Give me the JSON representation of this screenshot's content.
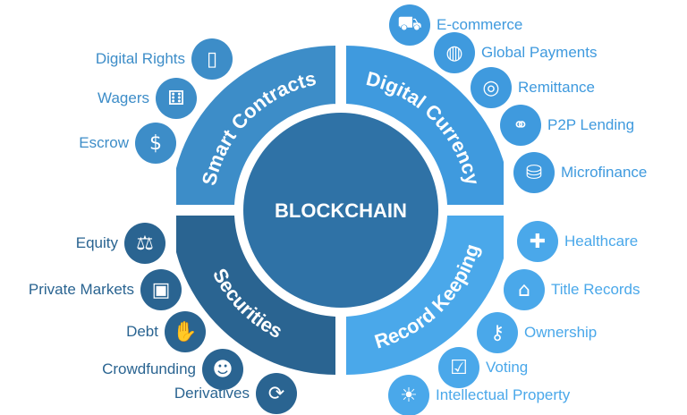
{
  "center": {
    "title": "BLOCKCHAIN"
  },
  "colors": {
    "smart_contracts": "#3d8dc8",
    "digital_currency": "#3f9ade",
    "securities": "#2a6491",
    "record_keeping": "#4aa8ea",
    "center": "#2f72a6"
  },
  "sections": [
    {
      "title": "Smart Contracts",
      "items": [
        {
          "label": "Digital Rights",
          "icon": "touch-tablet-icon"
        },
        {
          "label": "Wagers",
          "icon": "dice-icon"
        },
        {
          "label": "Escrow",
          "icon": "dollar-lock-icon"
        }
      ]
    },
    {
      "title": "Digital Currency",
      "items": [
        {
          "label": "E-commerce",
          "icon": "shopping-cart-icon"
        },
        {
          "label": "Global Payments",
          "icon": "globe-network-icon"
        },
        {
          "label": "Remittance",
          "icon": "globe-money-icon"
        },
        {
          "label": "P2P Lending",
          "icon": "handshake-icon"
        },
        {
          "label": "Microfinance",
          "icon": "coin-stack-icon"
        }
      ]
    },
    {
      "title": "Securities",
      "items": [
        {
          "label": "Equity",
          "icon": "scales-icon"
        },
        {
          "label": "Private Markets",
          "icon": "padlock-icon"
        },
        {
          "label": "Debt",
          "icon": "money-hand-icon"
        },
        {
          "label": "Crowdfunding",
          "icon": "people-group-icon"
        },
        {
          "label": "Derivatives",
          "icon": "cycle-arrows-icon"
        }
      ]
    },
    {
      "title": "Record Keeping",
      "items": [
        {
          "label": "Healthcare",
          "icon": "medical-hand-icon"
        },
        {
          "label": "Title Records",
          "icon": "house-icon"
        },
        {
          "label": "Ownership",
          "icon": "key-icon"
        },
        {
          "label": "Voting",
          "icon": "ballot-box-icon"
        },
        {
          "label": "Intellectual Property",
          "icon": "lightbulb-icon"
        }
      ]
    }
  ]
}
